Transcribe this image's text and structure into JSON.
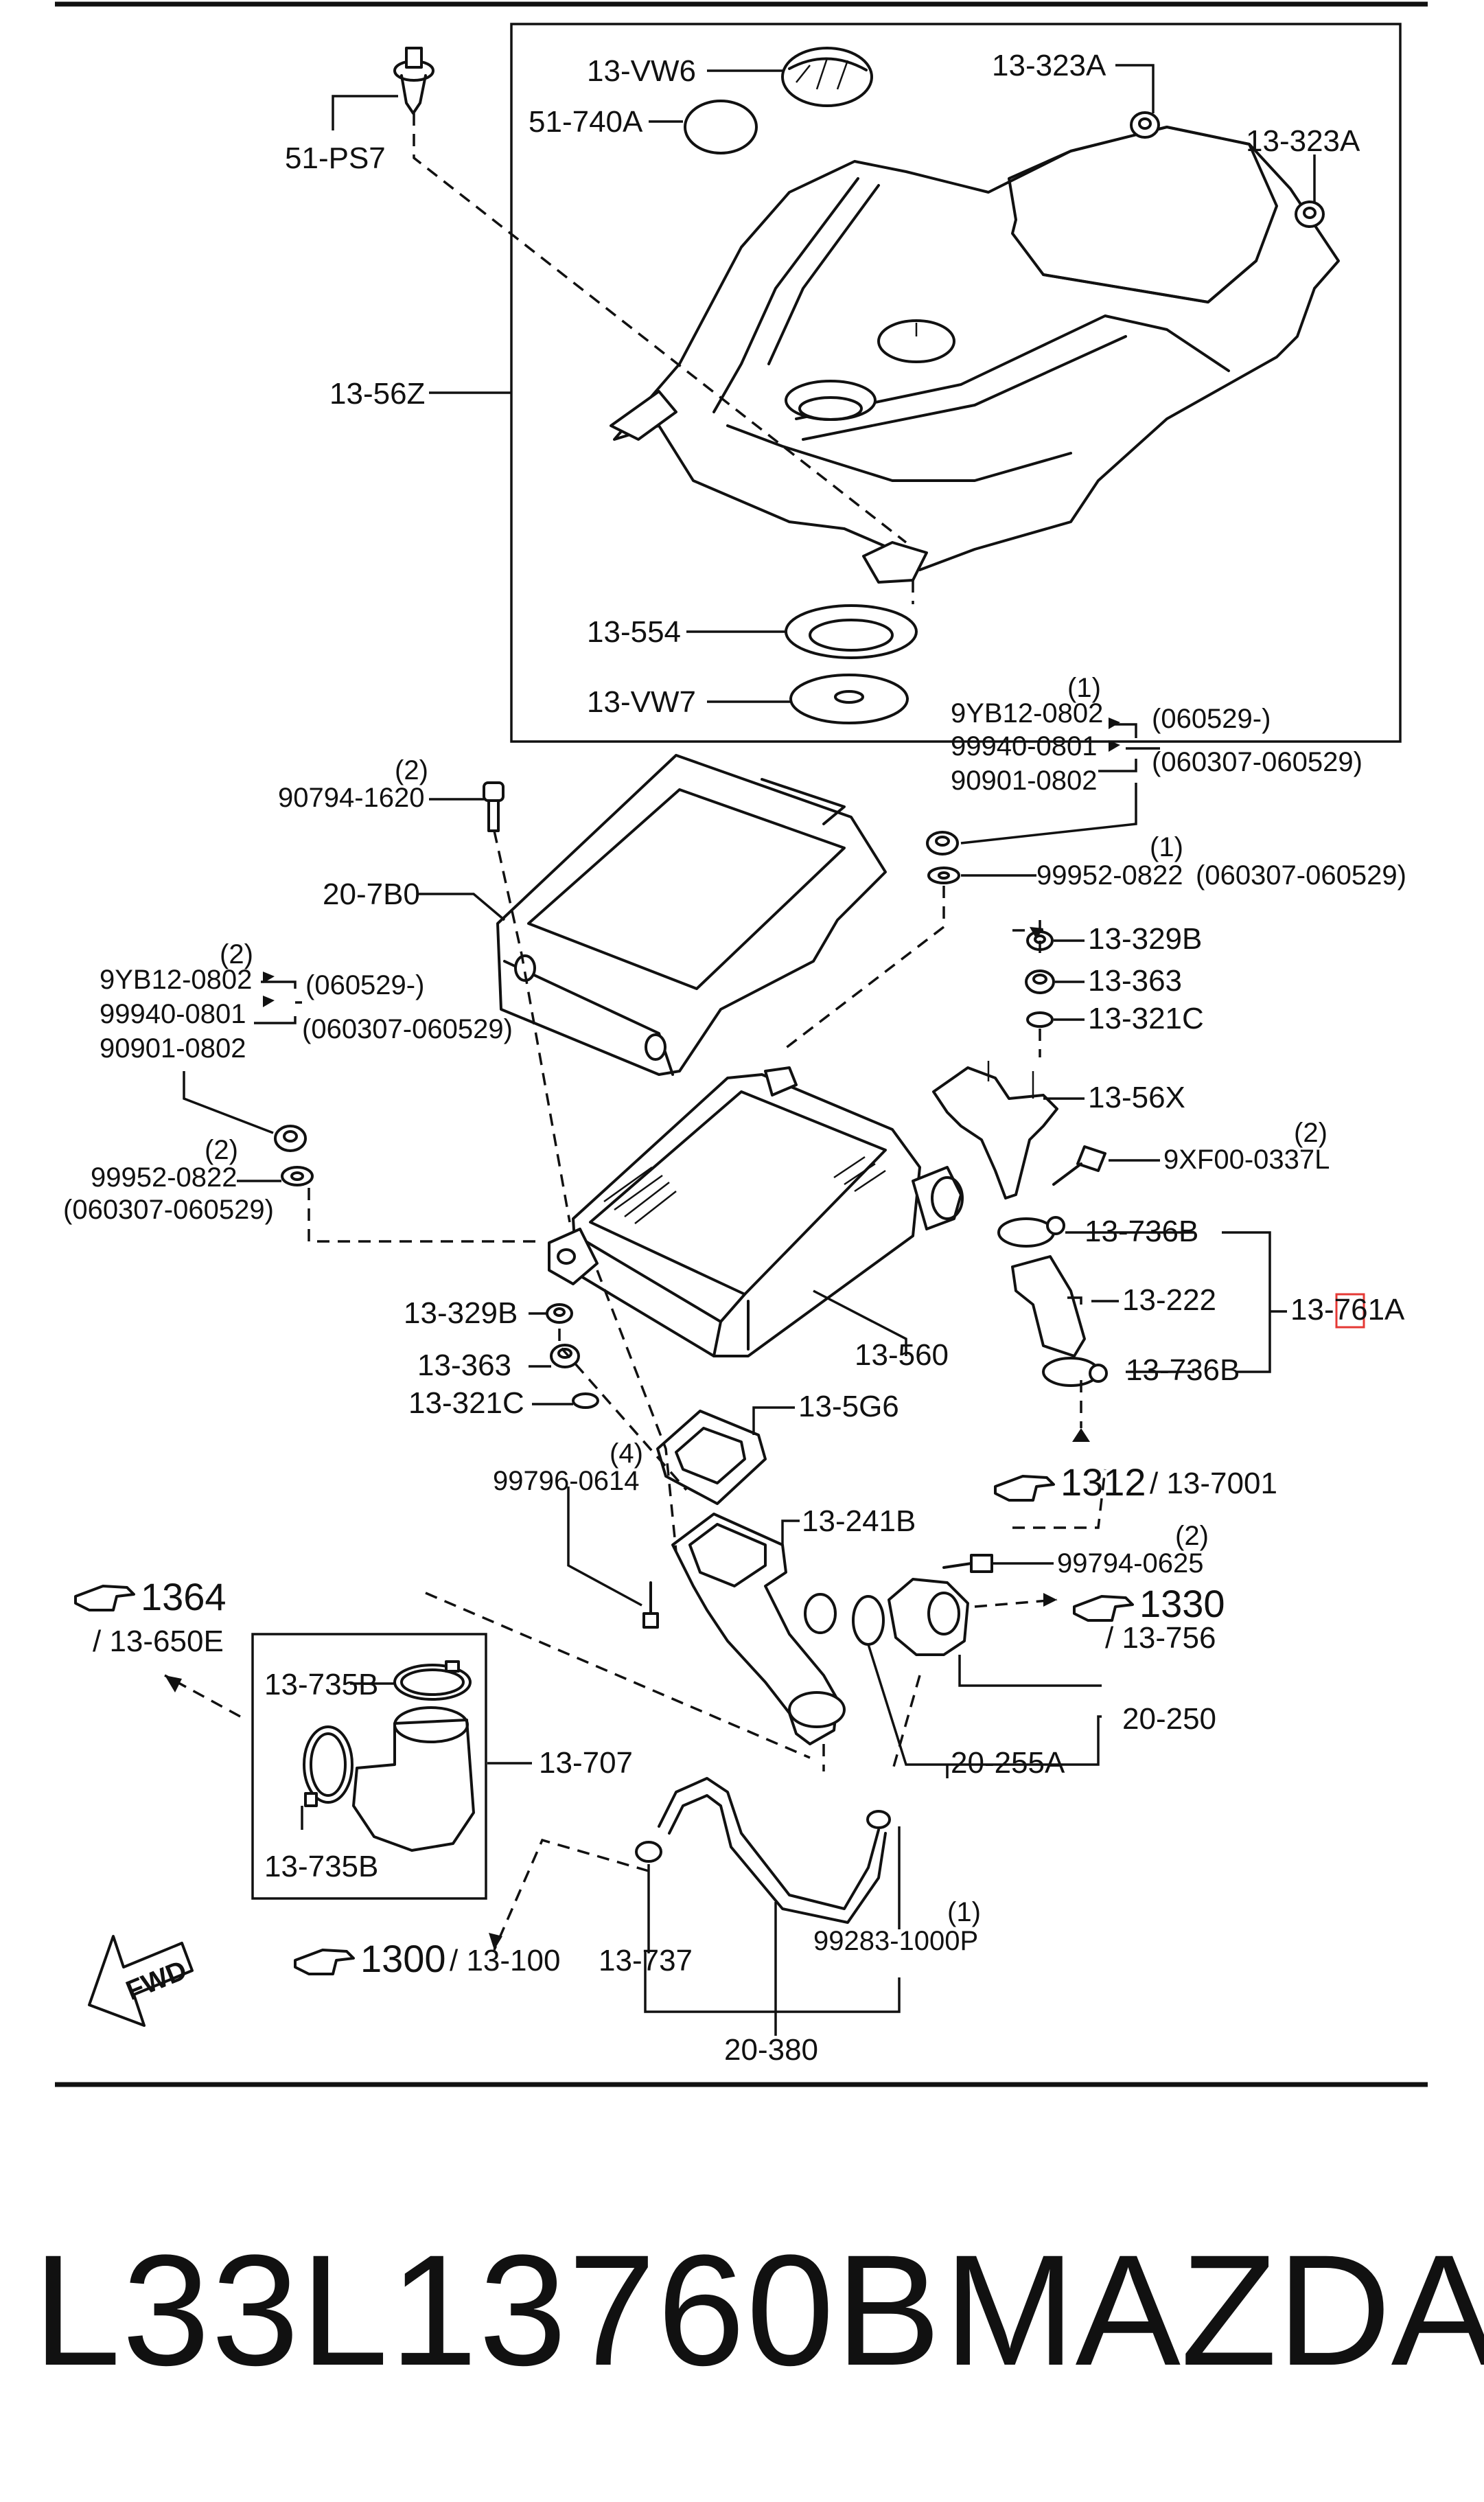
{
  "diagram": {
    "labels": {
      "p13vw6": "13-VW6",
      "p51740a": "51-740A",
      "p51ps7": "51-PS7",
      "p13323a_1": "13-323A",
      "p13323a_2": "13-323A",
      "p1356z": "13-56Z",
      "p13554": "13-554",
      "p13vw7": "13-VW7",
      "qty1_a": "(1)",
      "p9yb12_r": "9YB12-0802",
      "d060529_r": "(060529-)",
      "p99940_r": "99940-0801",
      "d060307_r": "(060307-060529)",
      "p90901_r": "90901-0802",
      "qty2_a": "(2)",
      "p90794": "90794-1620",
      "qty1_b": "(1)",
      "p99952_r": "99952-0822",
      "d99952_r": "(060307-060529)",
      "p207b0": "20-7B0",
      "qty2_b": "(2)",
      "p9yb12_l": "9YB12-0802",
      "d060529_l": "(060529-)",
      "p99940_l": "99940-0801",
      "d060307_l": "(060307-060529)",
      "p90901_l": "90901-0802",
      "p13329b_r": "13-329B",
      "p13363_r": "13-363",
      "p13321c_r": "13-321C",
      "p1356x": "13-56X",
      "qty2_c": "(2)",
      "p9xf00": "9XF00-0337L",
      "qty2_d": "(2)",
      "p99952_l": "99952-0822",
      "d99952_l": "(060307-060529)",
      "p13736b_1": "13-736B",
      "p13222": "13-222",
      "p1376a_pre": "13-7",
      "p1376a_mid": "6",
      "p1376a_post": "1A",
      "p13736b_2": "13-736B",
      "p13329b_l": "13-329B",
      "p13363_l": "13-363",
      "p13321c_l": "13-321C",
      "p13560": "13-560",
      "p135g6": "13-5G6",
      "ref1312": "1312",
      "ref1312_sub": "/ 13-7001",
      "qty4": "(4)",
      "p99796": "99796-0614",
      "p13241b": "13-241B",
      "qty2_e": "(2)",
      "p99794": "99794-0625",
      "ref1364": "1364",
      "ref1364_sub": "/ 13-650E",
      "ref1330": "1330",
      "ref1330_sub": "/ 13-756",
      "p13735b_1": "13-735B",
      "p13707": "13-707",
      "p20250": "20-250",
      "p20255a": "20-255A",
      "p13735b_2": "13-735B",
      "qty1_c": "(1)",
      "p99283": "99283-1000P",
      "ref1300": "1300",
      "ref1300_sub": "/ 13-100",
      "p13737": "13-737",
      "fwd": "FWD",
      "p20380": "20-380"
    }
  },
  "footer": {
    "part_number": "L33L13760B",
    "brand": "MAZDA"
  },
  "colors": {
    "ink": "#111111",
    "highlight": "#e53935",
    "background": "#ffffff"
  }
}
